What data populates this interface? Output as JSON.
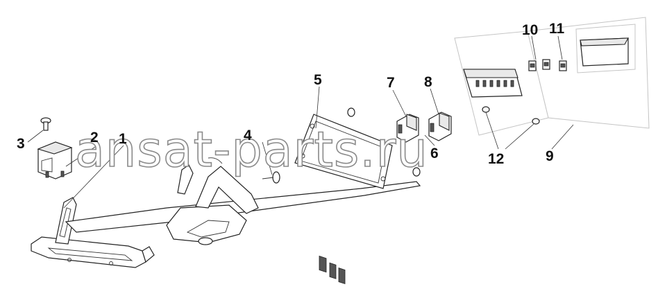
{
  "watermark": "ansat-parts.ru",
  "callouts": {
    "c1": "1",
    "c2": "2",
    "c3": "3",
    "c4": "4",
    "c5": "5",
    "c6": "6",
    "c7": "7",
    "c8": "8",
    "c9": "9",
    "c10": "10",
    "c11": "11",
    "c12": "12"
  }
}
